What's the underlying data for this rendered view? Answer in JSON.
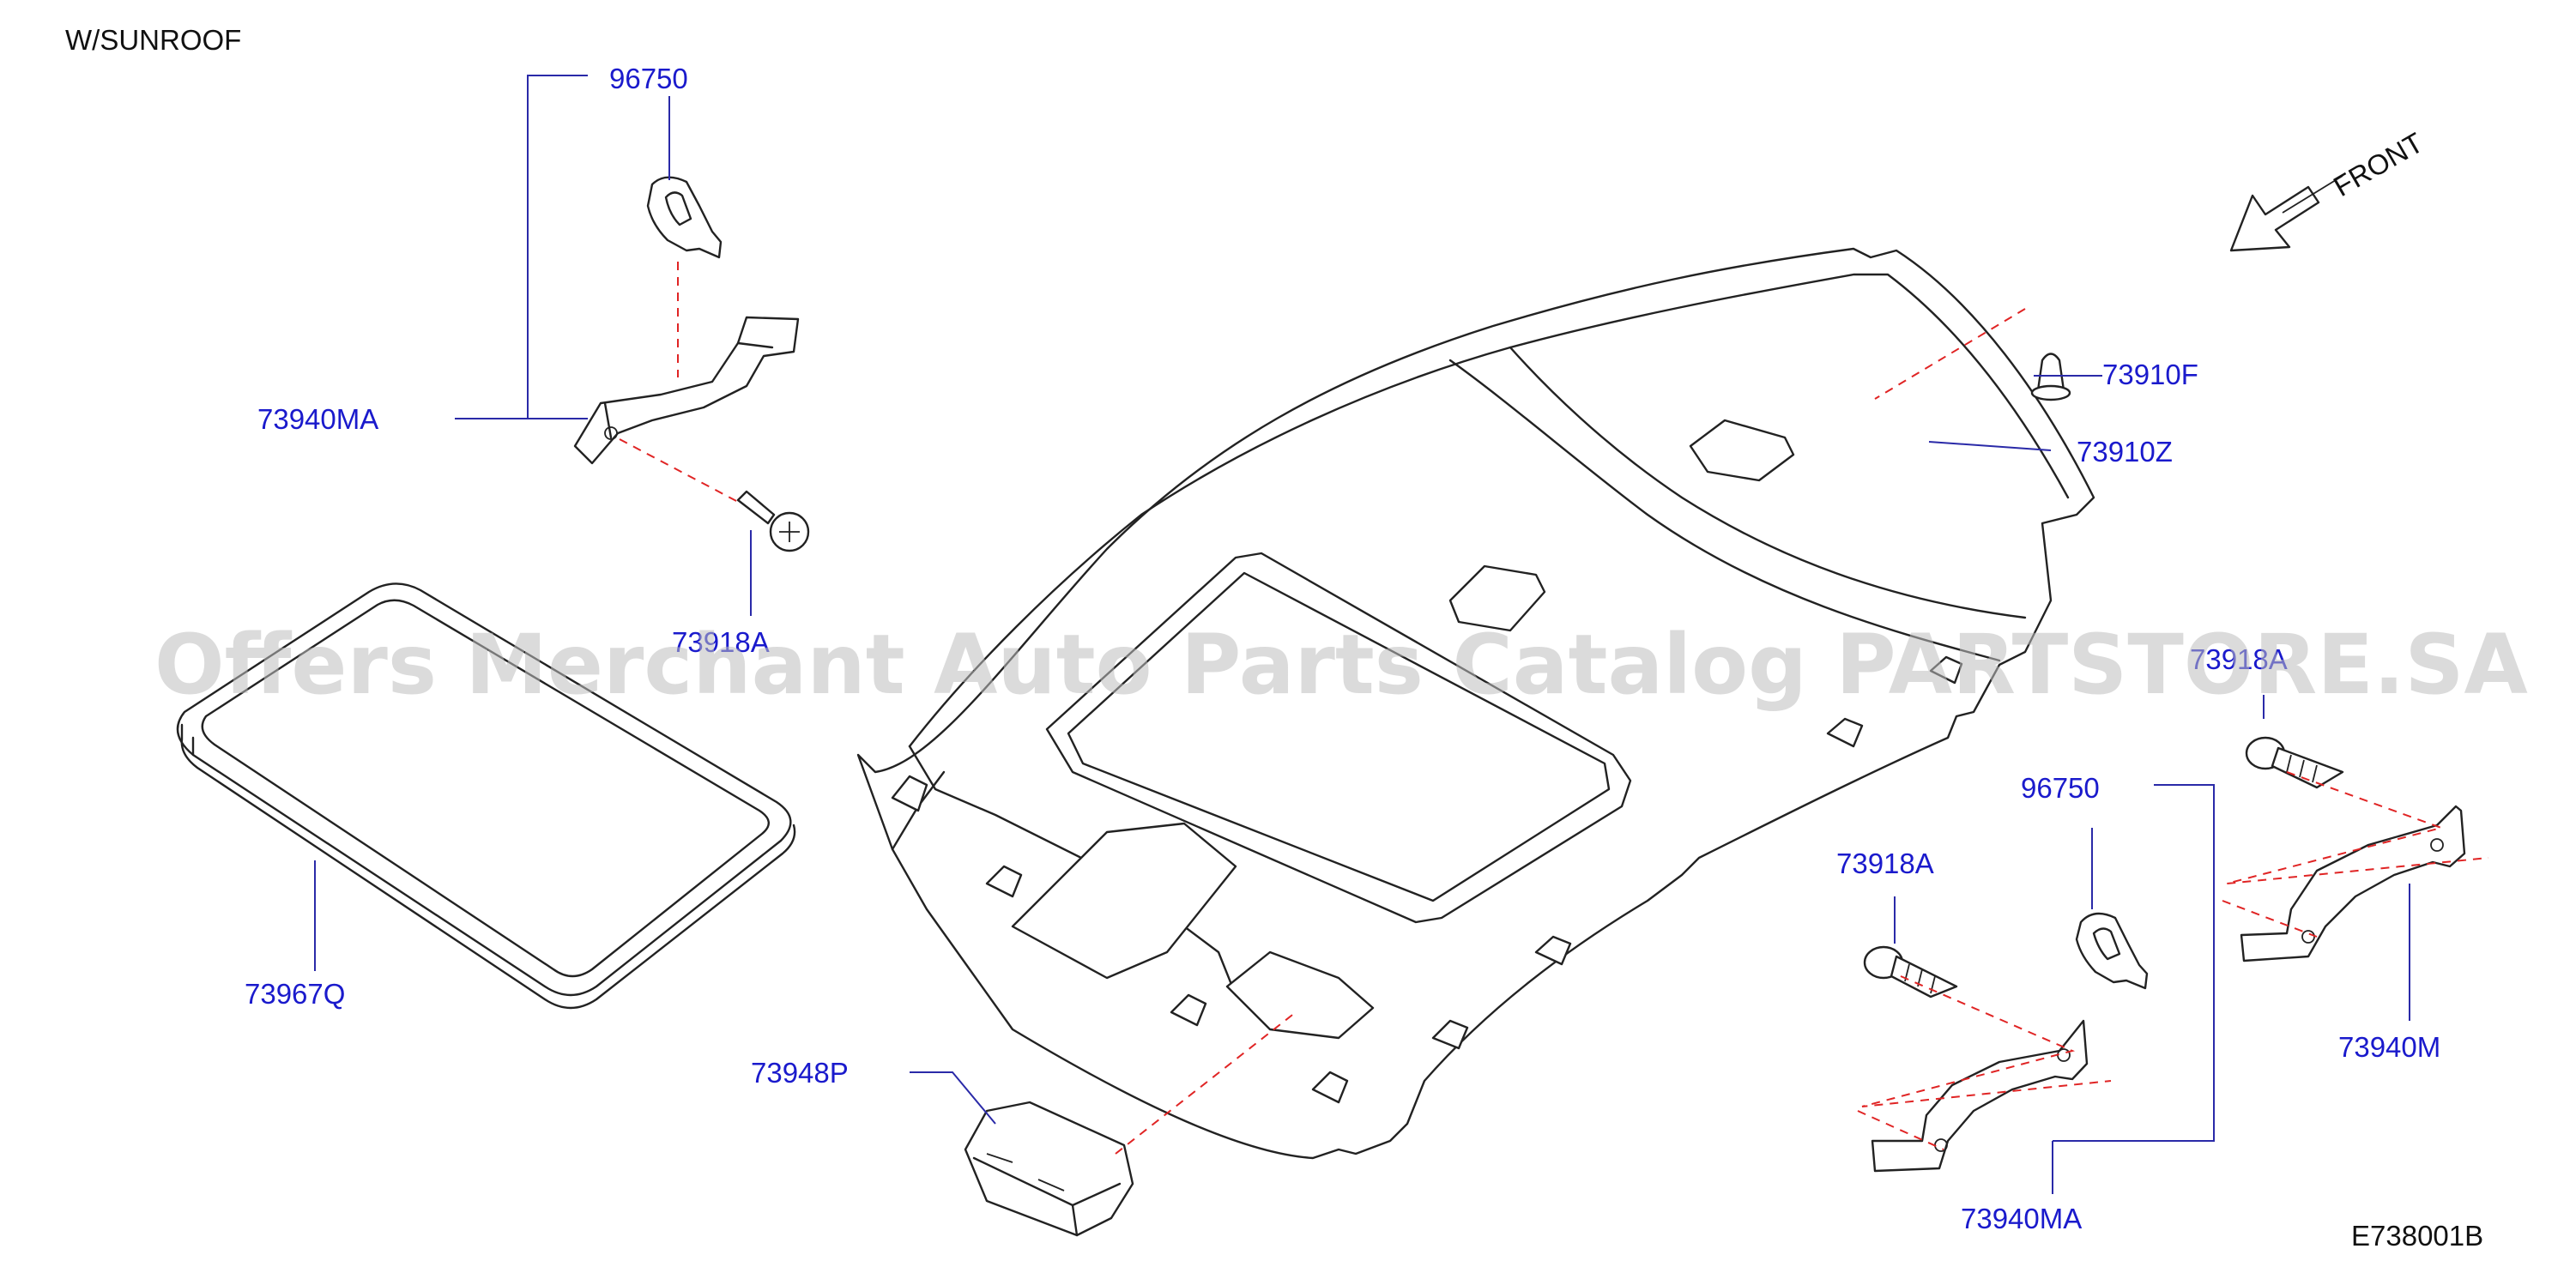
{
  "header": {
    "variant_label": "W/SUNROOF"
  },
  "direction": {
    "label": "FRONT",
    "arrow_icon": "front-arrow-icon"
  },
  "diagram_code": "E738001B",
  "watermark": "Offers Merchant Auto Parts Catalog PARTSTORE.SA",
  "parts": {
    "clip_top": "96750",
    "grip_bracket_top": "73940MA",
    "screw_top": "73918A",
    "sunroof_seal": "73967Q",
    "headlining_clip": "73910F",
    "headlining": "73910Z",
    "screw_right": "73918A",
    "clip_right": "96750",
    "screw_mid": "73918A",
    "grip_right": "73940M",
    "grip_bottom": "73940MA",
    "lamp_bracket": "73948P"
  },
  "colors": {
    "label": "#1a1acc",
    "leader": "#2a2aa8",
    "dash": "#e02424",
    "line": "#222222"
  }
}
